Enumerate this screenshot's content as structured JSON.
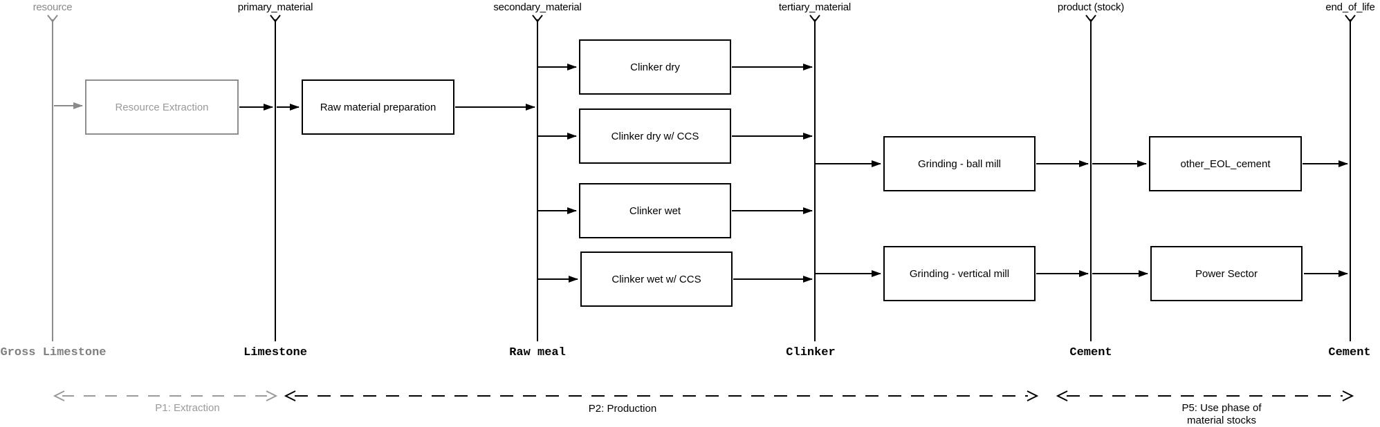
{
  "diagram": {
    "lanes": [
      {
        "id": "resource",
        "label": "resource",
        "material": "Gross Limestone",
        "color": "#8a8a8a"
      },
      {
        "id": "primary_material",
        "label": "primary_material",
        "material": "Limestone",
        "color": "#000000"
      },
      {
        "id": "secondary_material",
        "label": "secondary_material",
        "material": "Raw meal",
        "color": "#000000"
      },
      {
        "id": "tertiary_material",
        "label": "tertiary_material",
        "material": "Clinker",
        "color": "#000000"
      },
      {
        "id": "product_stock",
        "label": "product (stock)",
        "material": "Cement",
        "color": "#000000"
      },
      {
        "id": "end_of_life",
        "label": "end_of_life",
        "material": "Cement",
        "color": "#000000"
      }
    ],
    "processes": [
      {
        "id": "resource_extraction",
        "label": "Resource Extraction",
        "color": "#9a9a9a"
      },
      {
        "id": "raw_material_preparation",
        "label": "Raw material preparation",
        "color": "#000000"
      },
      {
        "id": "clinker_dry",
        "label": "Clinker dry",
        "color": "#000000"
      },
      {
        "id": "clinker_dry_ccs",
        "label": "Clinker dry w/ CCS",
        "color": "#000000"
      },
      {
        "id": "clinker_wet",
        "label": "Clinker wet",
        "color": "#000000"
      },
      {
        "id": "clinker_wet_ccs",
        "label": "Clinker wet w/ CCS",
        "color": "#000000"
      },
      {
        "id": "grinding_ball_mill",
        "label": "Grinding - ball mill",
        "color": "#000000"
      },
      {
        "id": "grinding_vertical_mill",
        "label": "Grinding - vertical mill",
        "color": "#000000"
      },
      {
        "id": "other_eol_cement",
        "label": "other_EOL_cement",
        "color": "#000000"
      },
      {
        "id": "power_sector",
        "label": "Power Sector",
        "color": "#000000"
      }
    ],
    "phases": [
      {
        "id": "p1",
        "label": "P1: Extraction",
        "color": "#9a9a9a"
      },
      {
        "id": "p2",
        "label": "P2: Production",
        "color": "#000000"
      },
      {
        "id": "p5",
        "label_line1": "P5: Use phase of",
        "label_line2": "material stocks",
        "color": "#000000"
      }
    ],
    "colors": {
      "black": "#000000",
      "gray_line": "#7f7f7f",
      "gray_box_border": "#8e8e8e",
      "background": "#ffffff"
    }
  }
}
